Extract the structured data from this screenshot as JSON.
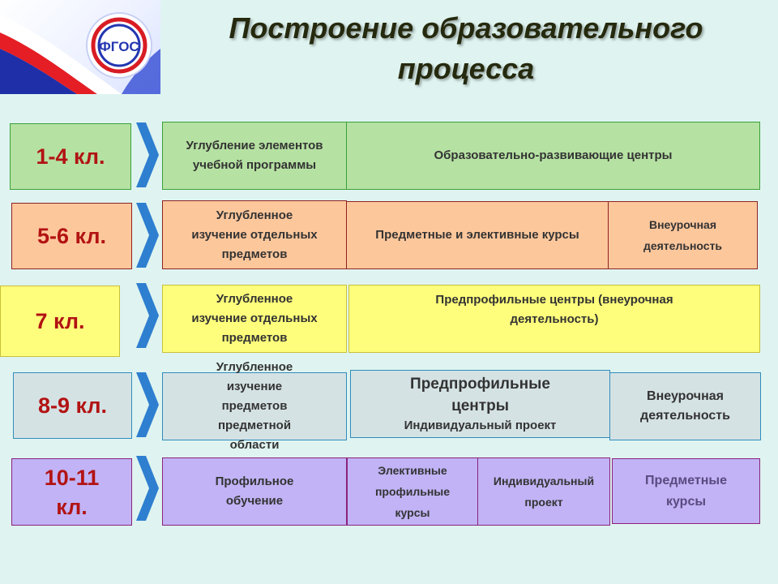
{
  "title": "Построение образовательного процесса",
  "logo": {
    "text": "ФГОС"
  },
  "rows": [
    {
      "grade": "1-4 кл.",
      "cells": [
        "Углубление элементов учебной программы",
        "Образовательно-развивающие  центры"
      ]
    },
    {
      "grade": "5-6 кл.",
      "cells": [
        "Углубленное изучение отдельных предметов",
        "Предметные и элективные курсы",
        "Внеурочная деятельность"
      ]
    },
    {
      "grade": "7 кл.",
      "cells": [
        "Углубленное изучение отдельных предметов",
        "Предпрофильные центры (внеурочная деятельность)"
      ]
    },
    {
      "grade": "8-9 кл.",
      "cells": [
        "Углубленное изучение предметов предметной области",
        "Предпрофильные центры",
        "Индивидуальный  проект",
        "Внеурочная деятельность"
      ]
    },
    {
      "grade": "10-11 кл.",
      "cells": [
        "Профильное обучение",
        "Элективные профильные курсы",
        "Индивидуальный проект",
        "Предметные курсы"
      ]
    }
  ],
  "colors": {
    "row1": "#b5e1a2",
    "row2": "#fdc79c",
    "row3": "#fefe7c",
    "row4": "#d5e2e4",
    "row5": "#c1b3f5",
    "grade_text": "#b21313",
    "chevron": "#2f7fd0"
  }
}
